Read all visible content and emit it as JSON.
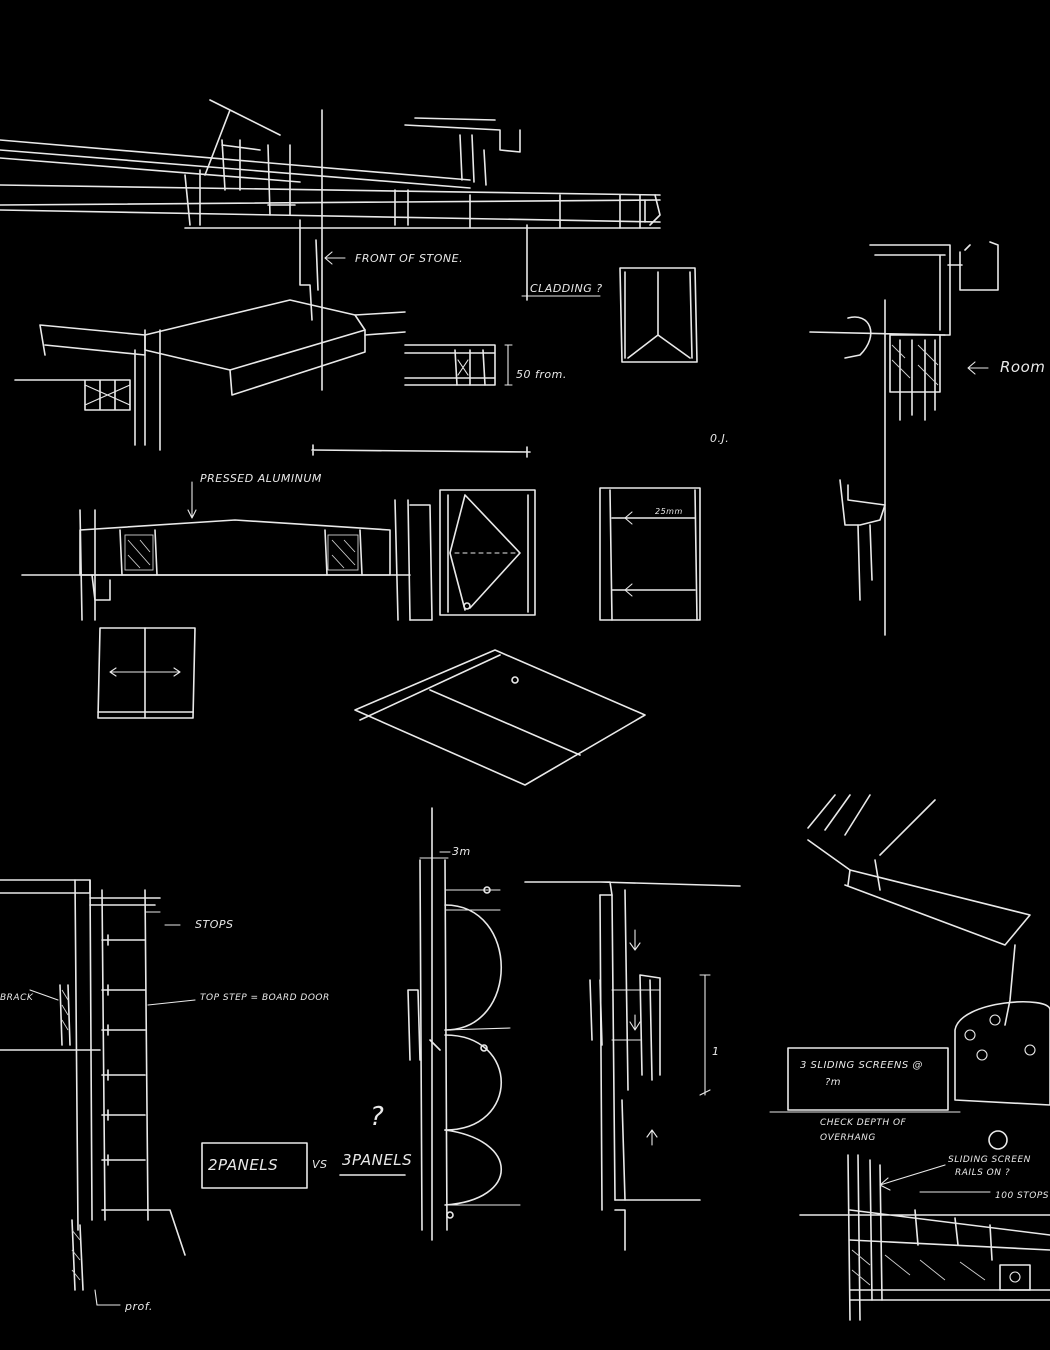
{
  "notes": {
    "front_of_stone": "FRONT OF STONE.",
    "cladding": "CLADDING ?",
    "dim_50": "50 from.",
    "dim_oj": "0.J.",
    "pressed_aluminum": "PRESSED ALUMINUM",
    "dim_25mm": "25mm",
    "room": "Room",
    "stops": "STOPS",
    "top_step_board": "TOP STEP = BOARD DOOR",
    "left_fragment": "BRACK",
    "prof": "prof.",
    "question": "?",
    "two_panels": "2PANELS",
    "vs": "VS",
    "three_panels": "3PANELS",
    "dim_3m": "3m",
    "sliding_screens": "3 SLIDING SCREENS @",
    "sliding_screens_2": "?m",
    "check_depth": "CHECK DEPTH OF",
    "overhang": "OVERHANG",
    "sliding_screen_rails": "SLIDING SCREEN",
    "rails_on": "RAILS ON ?",
    "rail_dim": "100 STOPS",
    "dim_1": "1"
  }
}
